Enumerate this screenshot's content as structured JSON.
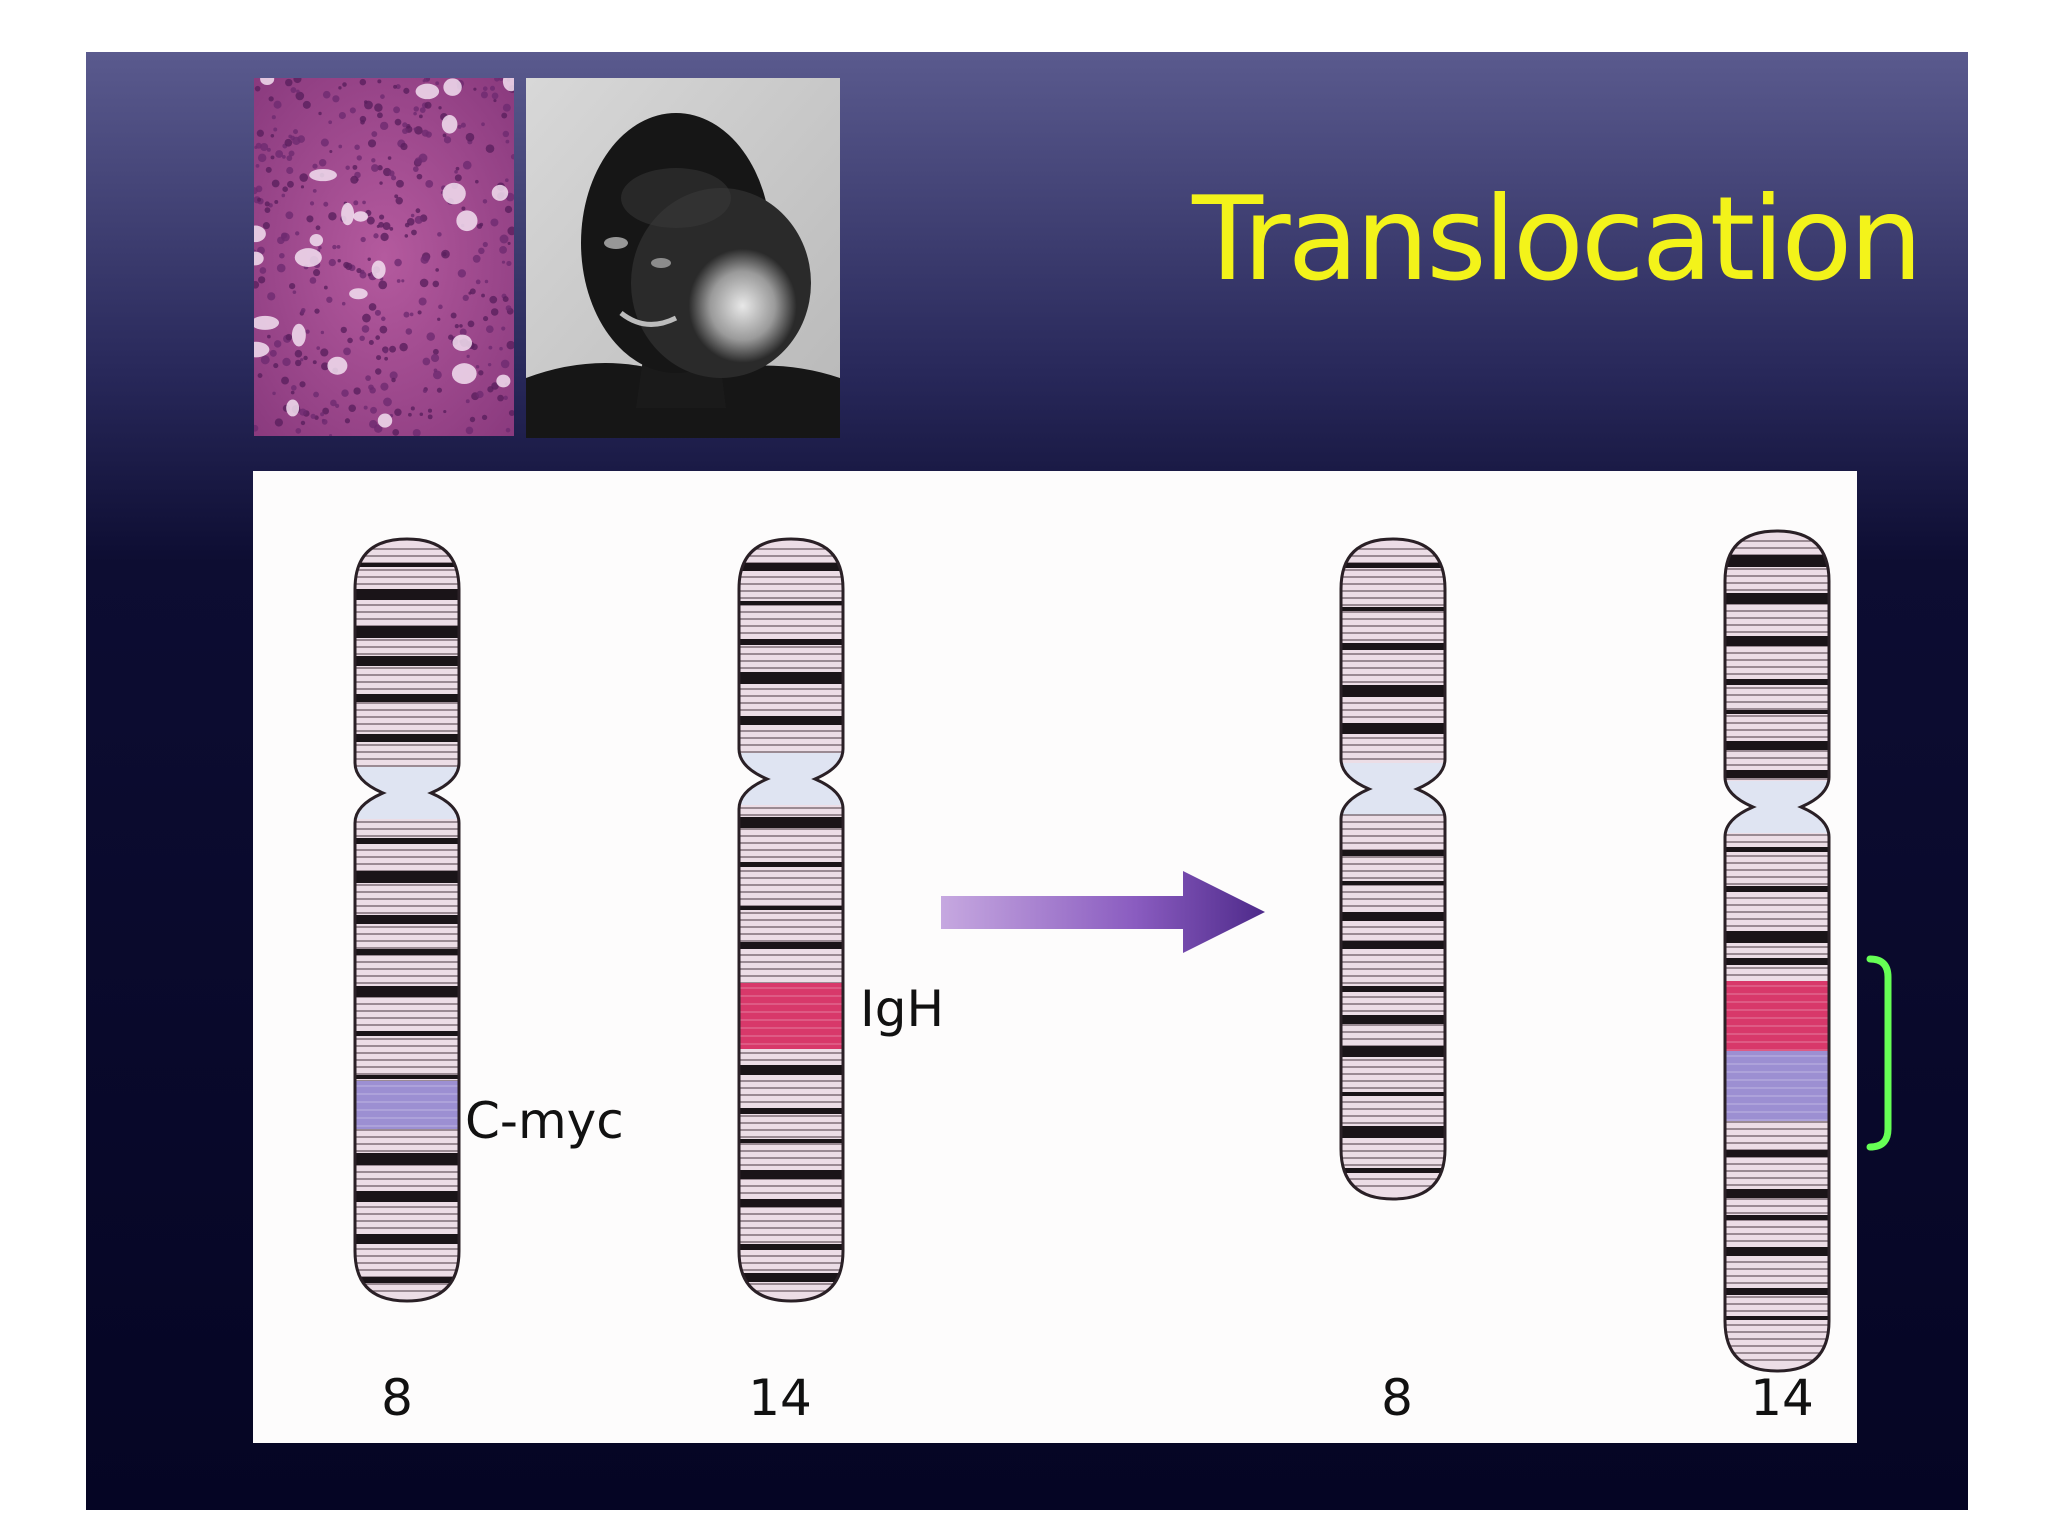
{
  "slide": {
    "title": "Translocation",
    "colors": {
      "title": "#f3f31a",
      "background_top": "#5a5a8e",
      "background_bottom": "#050524",
      "myc_band": "#9c8fd2",
      "igh_band": "#d8386a",
      "arrow": "#6a3a9a",
      "bracket": "#66ff55"
    }
  },
  "photos": {
    "histology_icon": "histology-micrograph",
    "patient_icon": "patient-photo"
  },
  "diagram": {
    "chromosomes": [
      {
        "id": "chr8-normal",
        "number": "8"
      },
      {
        "id": "chr14-normal",
        "number": "14"
      },
      {
        "id": "chr8-derived",
        "number": "8"
      },
      {
        "id": "chr14-derived",
        "number": "14"
      }
    ],
    "labels": {
      "myc": "C-myc",
      "igh": "IgH"
    },
    "arrow_icon": "right-arrow"
  }
}
